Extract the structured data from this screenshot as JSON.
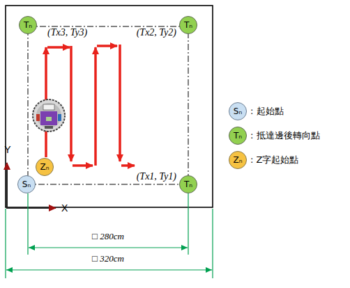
{
  "diagram": {
    "nodes": [
      {
        "text": [
          "Tₙ"
        ]
      },
      {
        "text": [
          "Tₙ"
        ]
      },
      {
        "text": [
          "Zₙ"
        ]
      },
      {
        "text": [
          "Sₙ"
        ]
      },
      {
        "text": [
          "Tₙ"
        ]
      },
      {
        "text": [
          "Sₙ"
        ]
      },
      {
        "text": [
          "Tₙ"
        ]
      },
      {
        "text": [
          "Zₙ"
        ]
      }
    ],
    "labels": [
      "(Tx3, Ty3)",
      "(Tx2, Ty2)",
      "(Tx1, Ty1)",
      "Y",
      "X",
      "□ 280cm",
      "□ 320cm"
    ],
    "legend": [
      {
        "text": ": 起始點"
      },
      {
        "text": ": 抵達邊後轉向點"
      },
      {
        "text": ": Z字起始點"
      }
    ]
  }
}
